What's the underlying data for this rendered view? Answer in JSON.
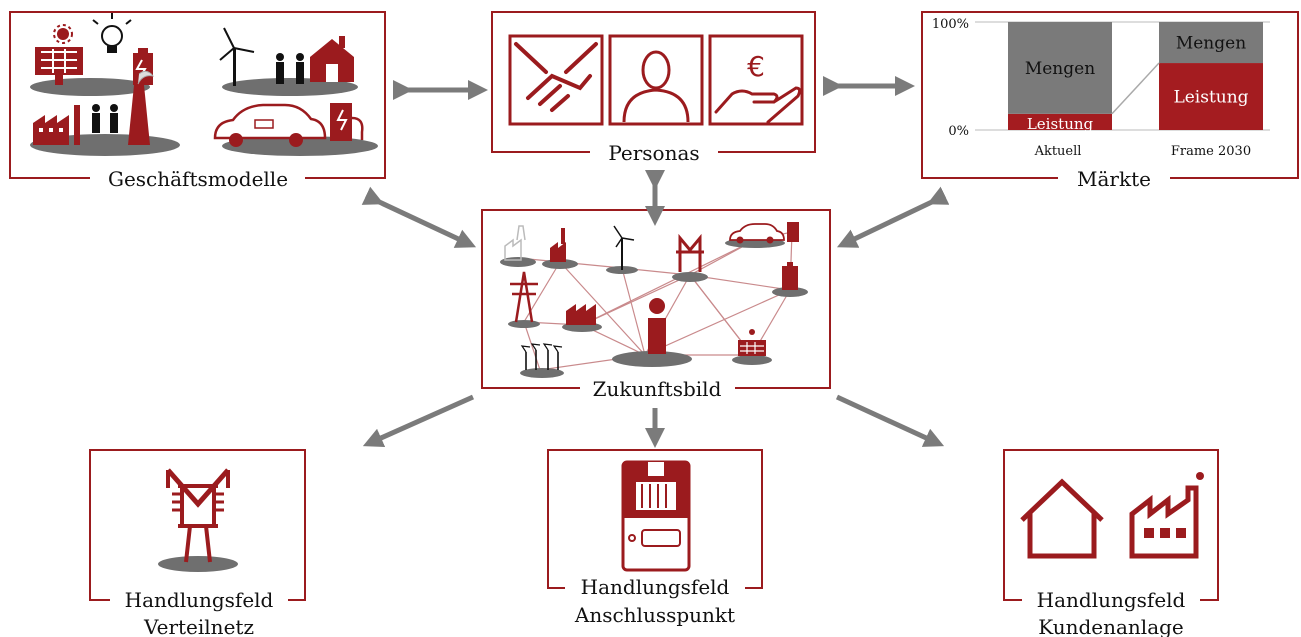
{
  "boxes": {
    "geschaeftsmodelle": "Geschäftsmodelle",
    "personas": "Personas",
    "maerkte": "Märkte",
    "zukunftsbild": "Zukunftsbild",
    "verteilnetz": [
      "Handlungsfeld",
      "Verteilnetz"
    ],
    "anschlusspunkt": [
      "Handlungsfeld",
      "Anschlusspunkt"
    ],
    "kundenanlage": [
      "Handlungsfeld",
      "Kundenanlage"
    ]
  },
  "colors": {
    "accent": "#9b1b1e",
    "grey": "#6f6f6f",
    "arrow": "#7b7b7b"
  },
  "chart_data": {
    "type": "bar",
    "stacked": true,
    "categories": [
      "Aktuell",
      "Frame 2030"
    ],
    "series": [
      {
        "name": "Leistung",
        "values": [
          15,
          62
        ],
        "color": "#a41c20"
      },
      {
        "name": "Mengen",
        "values": [
          85,
          38
        ],
        "color": "#7a7a7a"
      }
    ],
    "yticks": [
      "100%",
      "0%"
    ],
    "ylim": [
      0,
      100
    ]
  }
}
